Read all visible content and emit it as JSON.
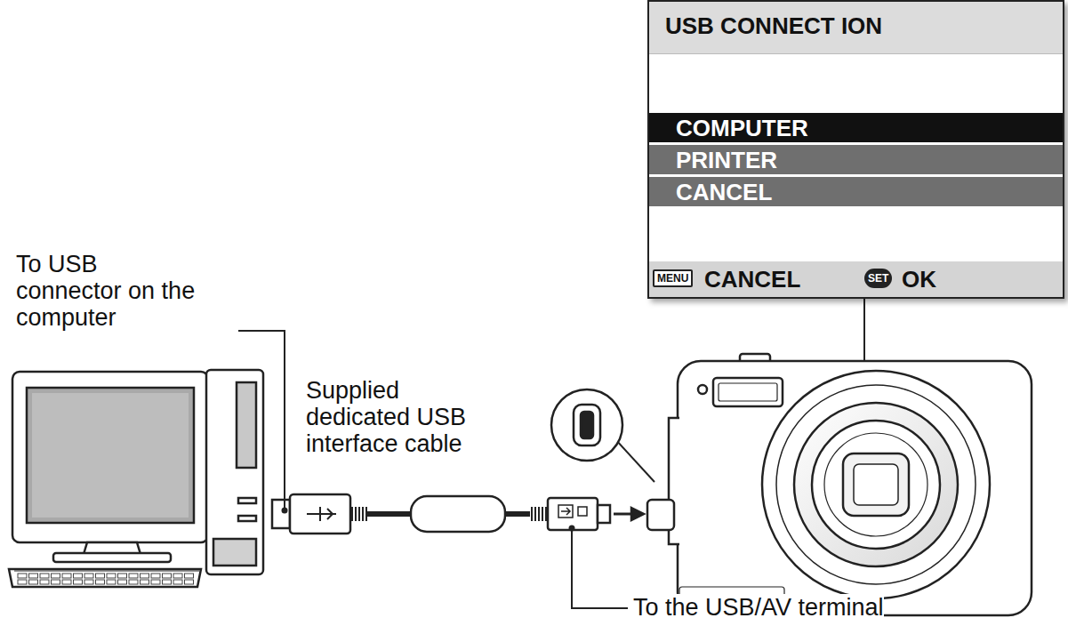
{
  "diagram": {
    "nodes": [
      {
        "text": [
          "USB CONNECT ION"
        ]
      },
      {
        "text": [
          "COMPUTER"
        ],
        "in": 0
      },
      {
        "text": [
          "PRINTER"
        ],
        "in": 0
      },
      {
        "text": [
          "CANCEL"
        ],
        "in": 0
      },
      {
        "text": [
          "MENU",
          "CANCEL",
          "SET",
          "OK"
        ],
        "in": 0
      }
    ],
    "edges": [],
    "labels": [
      "To USB connector on the computer",
      "Supplied dedicated USB interface cable",
      "To the USB/AV terminal"
    ]
  }
}
